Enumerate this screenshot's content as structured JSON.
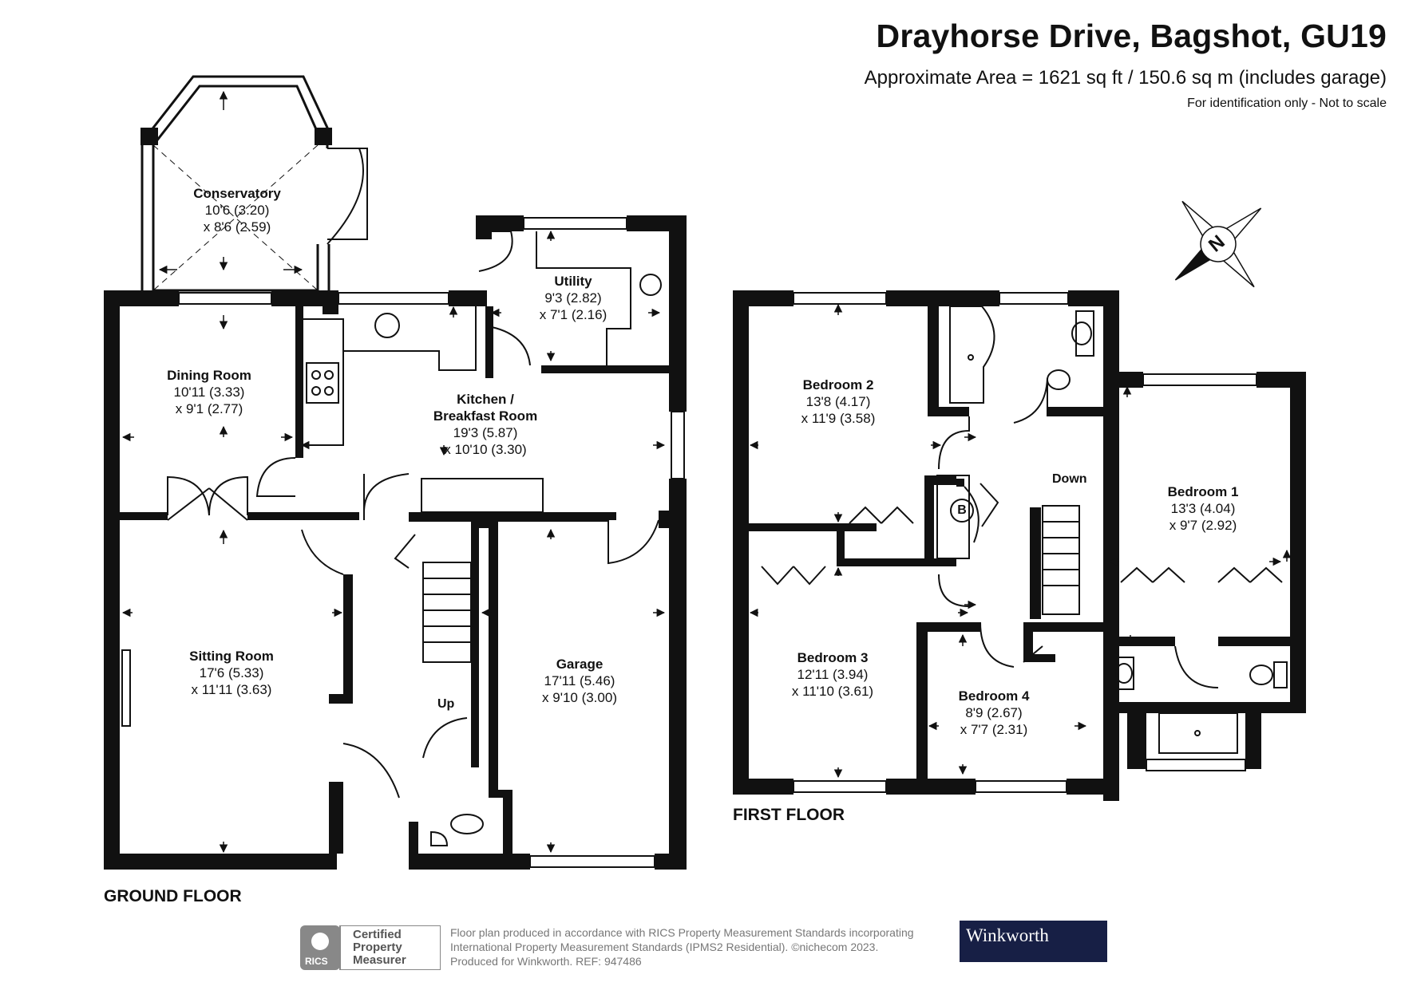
{
  "header": {
    "title": "Drayhorse Drive, Bagshot, GU19",
    "area": "Approximate Area = 1621 sq ft / 150.6 sq m (includes garage)",
    "note": "For identification only - Not to scale"
  },
  "floors": {
    "ground_label": "GROUND FLOOR",
    "first_label": "FIRST FLOOR"
  },
  "rooms": {
    "conservatory": {
      "name": "Conservatory",
      "dim1": "10'6 (3.20)",
      "dim2": "x 8'6 (2.59)"
    },
    "utility": {
      "name": "Utility",
      "dim1": "9'3 (2.82)",
      "dim2": "x 7'1 (2.16)"
    },
    "dining": {
      "name": "Dining Room",
      "dim1": "10'11 (3.33)",
      "dim2": "x 9'1 (2.77)"
    },
    "kitchen": {
      "name": "Kitchen /",
      "name2": "Breakfast Room",
      "dim1": "19'3 (5.87)",
      "dim2": "x 10'10 (3.30)"
    },
    "sitting": {
      "name": "Sitting Room",
      "dim1": "17'6 (5.33)",
      "dim2": "x 11'11 (3.63)"
    },
    "garage": {
      "name": "Garage",
      "dim1": "17'11 (5.46)",
      "dim2": "x 9'10 (3.00)"
    },
    "bedroom2": {
      "name": "Bedroom 2",
      "dim1": "13'8 (4.17)",
      "dim2": "x 11'9 (3.58)"
    },
    "bedroom1": {
      "name": "Bedroom 1",
      "dim1": "13'3 (4.04)",
      "dim2": "x 9'7 (2.92)"
    },
    "bedroom3": {
      "name": "Bedroom 3",
      "dim1": "12'11 (3.94)",
      "dim2": "x 11'10 (3.61)"
    },
    "bedroom4": {
      "name": "Bedroom 4",
      "dim1": "8'9 (2.67)",
      "dim2": "x 7'7 (2.31)"
    }
  },
  "markers": {
    "up": "Up",
    "down": "Down",
    "boiler": "B",
    "compass": "N"
  },
  "footer": {
    "line1": "Floor plan produced in accordance with RICS Property Measurement Standards incorporating",
    "line2": "International Property Measurement Standards (IPMS2 Residential).  ©nichecom 2023.",
    "line3": "Produced for Winkworth.    REF:  947486",
    "rics_badge_1": "Certified",
    "rics_badge_2": "Property",
    "rics_badge_3": "Measurer",
    "rics_word": "RICS",
    "brand": "Winkworth"
  },
  "colors": {
    "wall": "#111111",
    "brand_bg": "#171f45",
    "footer_text": "#777777"
  }
}
